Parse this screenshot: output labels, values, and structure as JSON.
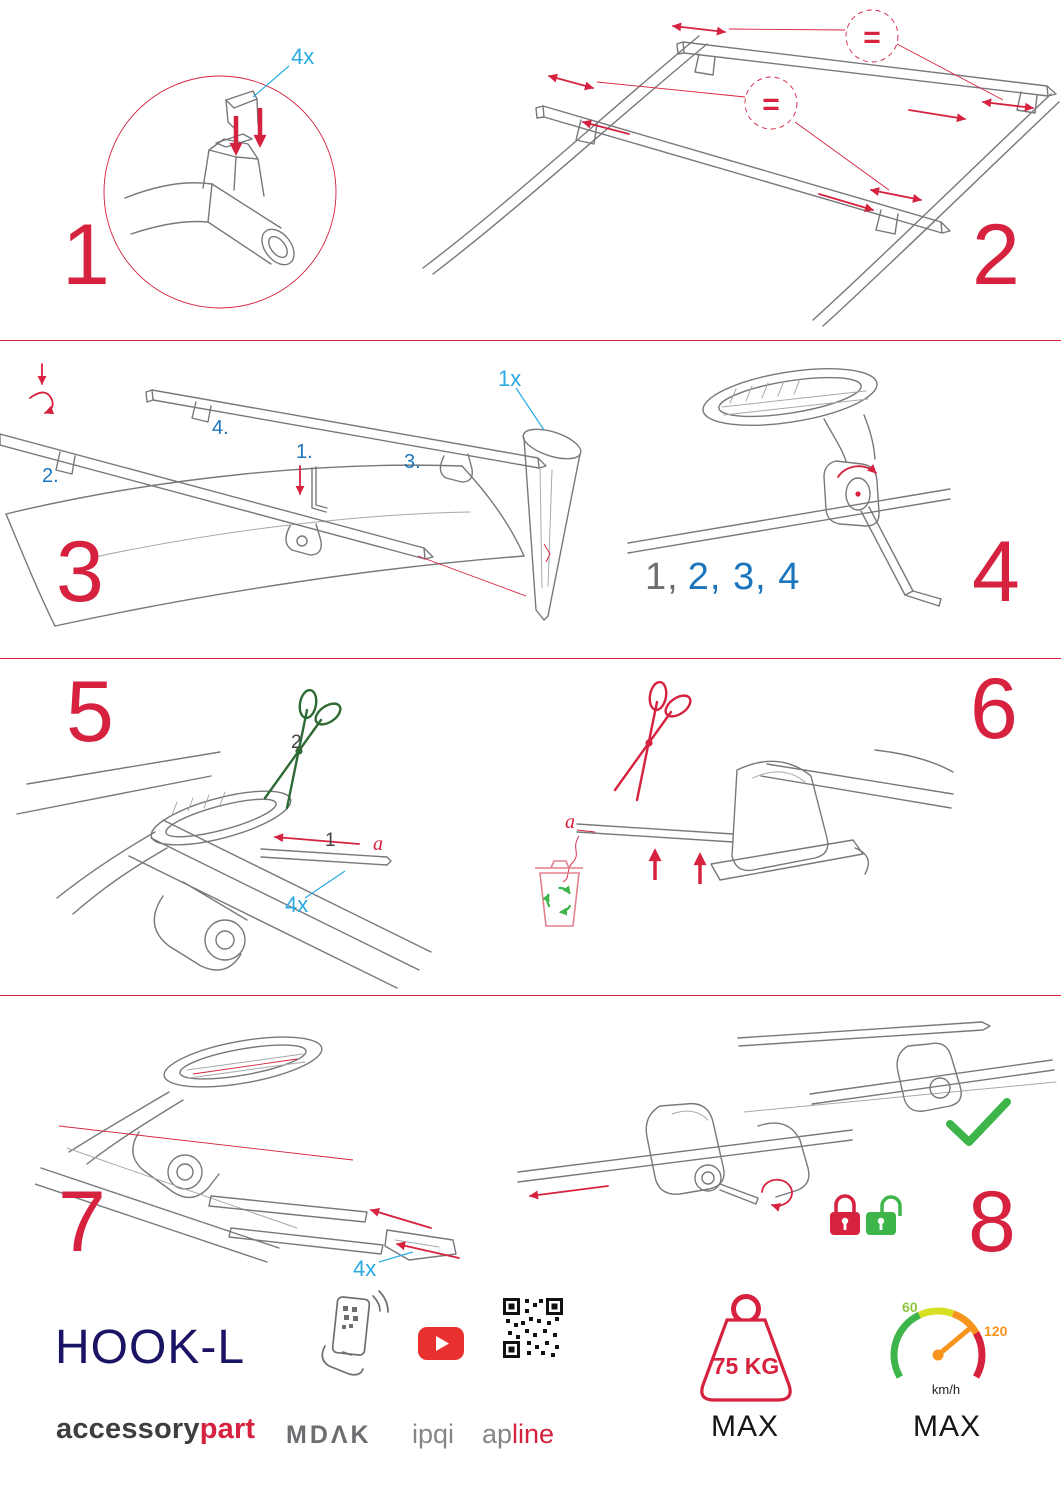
{
  "document": {
    "type": "roof-rack-assembly-instructions"
  },
  "colors": {
    "accent_red": "#d6213f",
    "qty_blue": "#29abe2",
    "substep_blue": "#1b75bc",
    "success_green": "#3db54a",
    "brand_navy": "#1b1464",
    "gray": "#6d6e71"
  },
  "steps": {
    "s1": {
      "number": "1",
      "qty": "4x"
    },
    "s2": {
      "number": "2",
      "equal_sign": "="
    },
    "s3": {
      "number": "3",
      "qty": "1x",
      "labels": {
        "l1": "1.",
        "l2": "2.",
        "l3": "3.",
        "l4": "4."
      }
    },
    "s4": {
      "number": "4",
      "seq_done": "1,",
      "seq_todo": "2, 3, 4"
    },
    "s5": {
      "number": "5",
      "label_scissors": "2",
      "label_strip": "1",
      "label_a": "a",
      "qty": "4x"
    },
    "s6": {
      "number": "6",
      "label_a": "a"
    },
    "s7": {
      "number": "7",
      "qty": "4x"
    },
    "s8": {
      "number": "8"
    }
  },
  "footer": {
    "product_name": "HOOK-L",
    "brand_prefix": "accessory",
    "brand_suffix": "part",
    "partner_mdak": "MDΛK",
    "partner_ipqi": "ipqi",
    "partner_ap": "ap",
    "partner_line": "line",
    "max_load": "75 KG",
    "max_load_label": "MAX",
    "speed_low": "60",
    "speed_high": "120",
    "speed_unit": "km/h",
    "speed_label": "MAX"
  }
}
